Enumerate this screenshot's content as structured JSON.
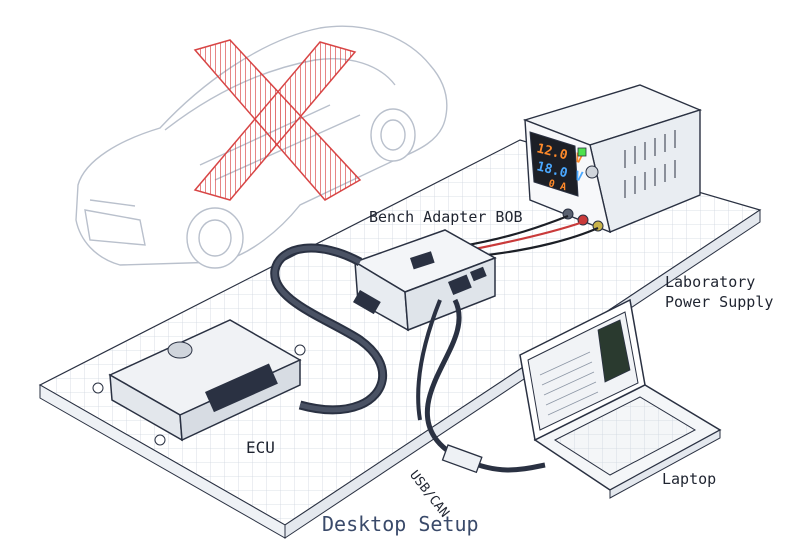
{
  "labels": {
    "bench_adapter": "Bench Adapter BOB",
    "power_supply": "Laboratory\nPower Supply",
    "ecu": "ECU",
    "usb_can": "USB/CAN",
    "laptop": "Laptop",
    "title": "Desktop Setup"
  },
  "psu_display": {
    "reading_1": "12.0 V",
    "reading_2": "18.0 V",
    "reading_3": "0 A"
  },
  "colors": {
    "cross": "#d84545",
    "line": "#2a3142",
    "grid": "#cfd6e0",
    "psu_green": "#4ee24e",
    "psu_blue": "#4aa8ff",
    "psu_orange": "#ff8a2a"
  }
}
